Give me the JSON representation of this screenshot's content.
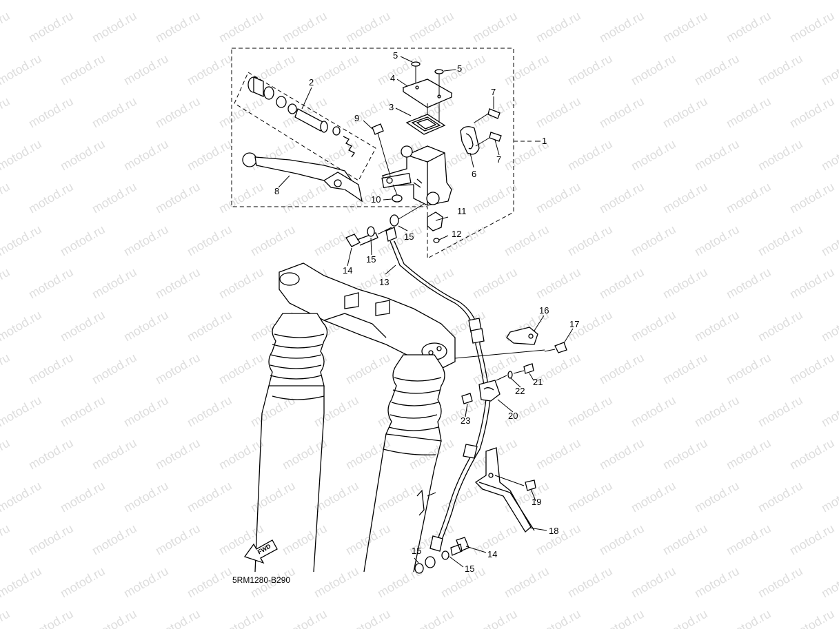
{
  "watermark_text": "motod.ru",
  "diagram_code": "5RM1280-B290",
  "fwd_label": "FWD",
  "callouts": [
    "1",
    "2",
    "3",
    "4",
    "5",
    "5",
    "6",
    "7",
    "7",
    "8",
    "9",
    "10",
    "11",
    "12",
    "13",
    "14",
    "14",
    "15",
    "15",
    "15",
    "15",
    "16",
    "17",
    "18",
    "19",
    "20",
    "21",
    "22",
    "23"
  ]
}
